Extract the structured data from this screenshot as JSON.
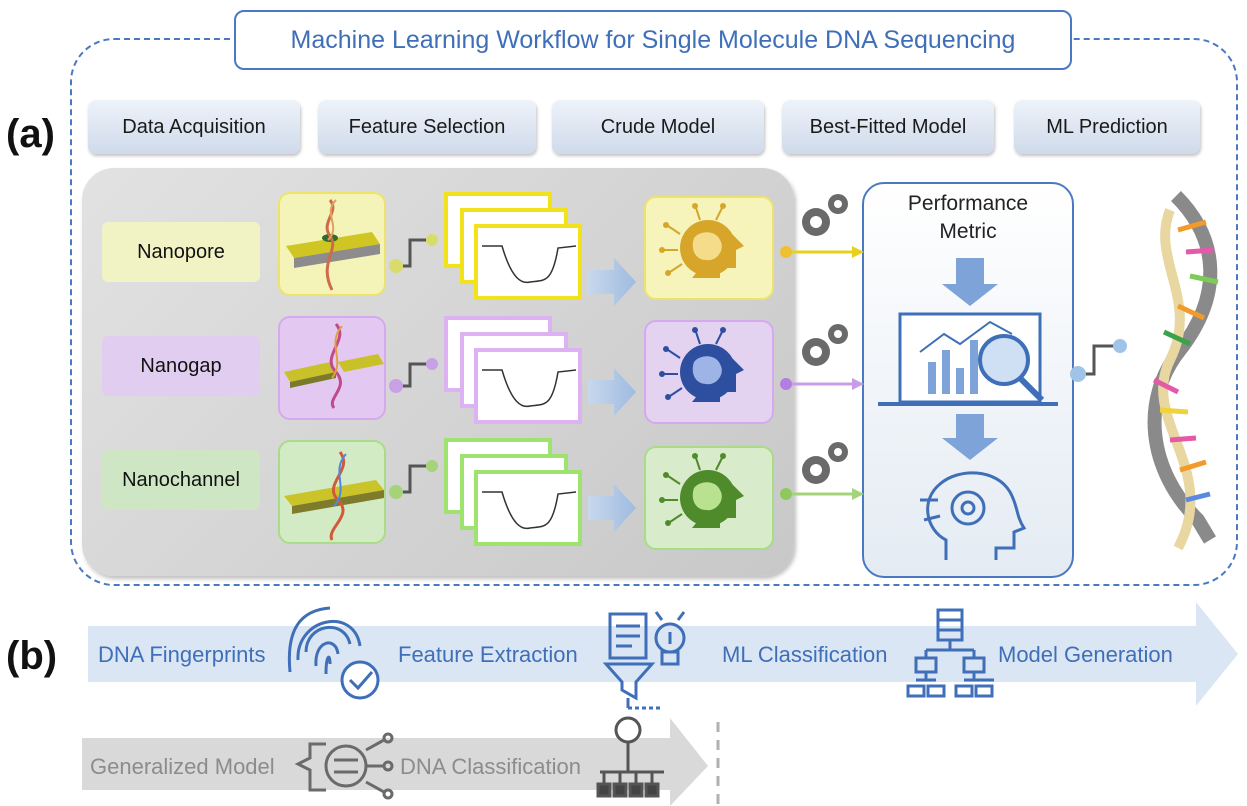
{
  "title": "Machine Learning Workflow for Single Molecule DNA Sequencing",
  "panel_a_label": "(a)",
  "panel_b_label": "(b)",
  "stages": [
    "Data Acquisition",
    "Feature Selection",
    "Crude Model",
    "Best-Fitted Model",
    "ML Prediction"
  ],
  "techniques": [
    {
      "label": "Nanopore",
      "color": "#f1f3c4",
      "accent": "#f2e21a",
      "model_color": "#d6a52a"
    },
    {
      "label": "Nanogap",
      "color": "#e1cdf0",
      "accent": "#d9a8f0",
      "model_color": "#2e4fa0"
    },
    {
      "label": "Nanochannel",
      "color": "#cfe6c4",
      "accent": "#9de36e",
      "model_color": "#4f8a2b"
    }
  ],
  "performance": {
    "line1": "Performance",
    "line2": "Metric"
  },
  "flow_b": {
    "row1": [
      "DNA Fingerprints",
      "Feature Extraction",
      "ML Classification",
      "Model Generation"
    ],
    "row2": [
      "Generalized Model",
      "DNA Classification"
    ]
  },
  "colors": {
    "accent_blue": "#3f6fb8",
    "border_blue": "#4a78c2",
    "arrow_blue": "#dbe6f4",
    "arrow_gray": "#d9d9d9"
  },
  "icons": [
    "fingerprint-check-icon",
    "document-filter-lightbulb-icon",
    "hierarchy-tree-icon",
    "gear-head-circuit-icon",
    "classification-tree-icon",
    "gears-icon",
    "analytics-magnifier-icon",
    "head-gear-icon",
    "dna-helix-icon",
    "brain-head-icon"
  ]
}
